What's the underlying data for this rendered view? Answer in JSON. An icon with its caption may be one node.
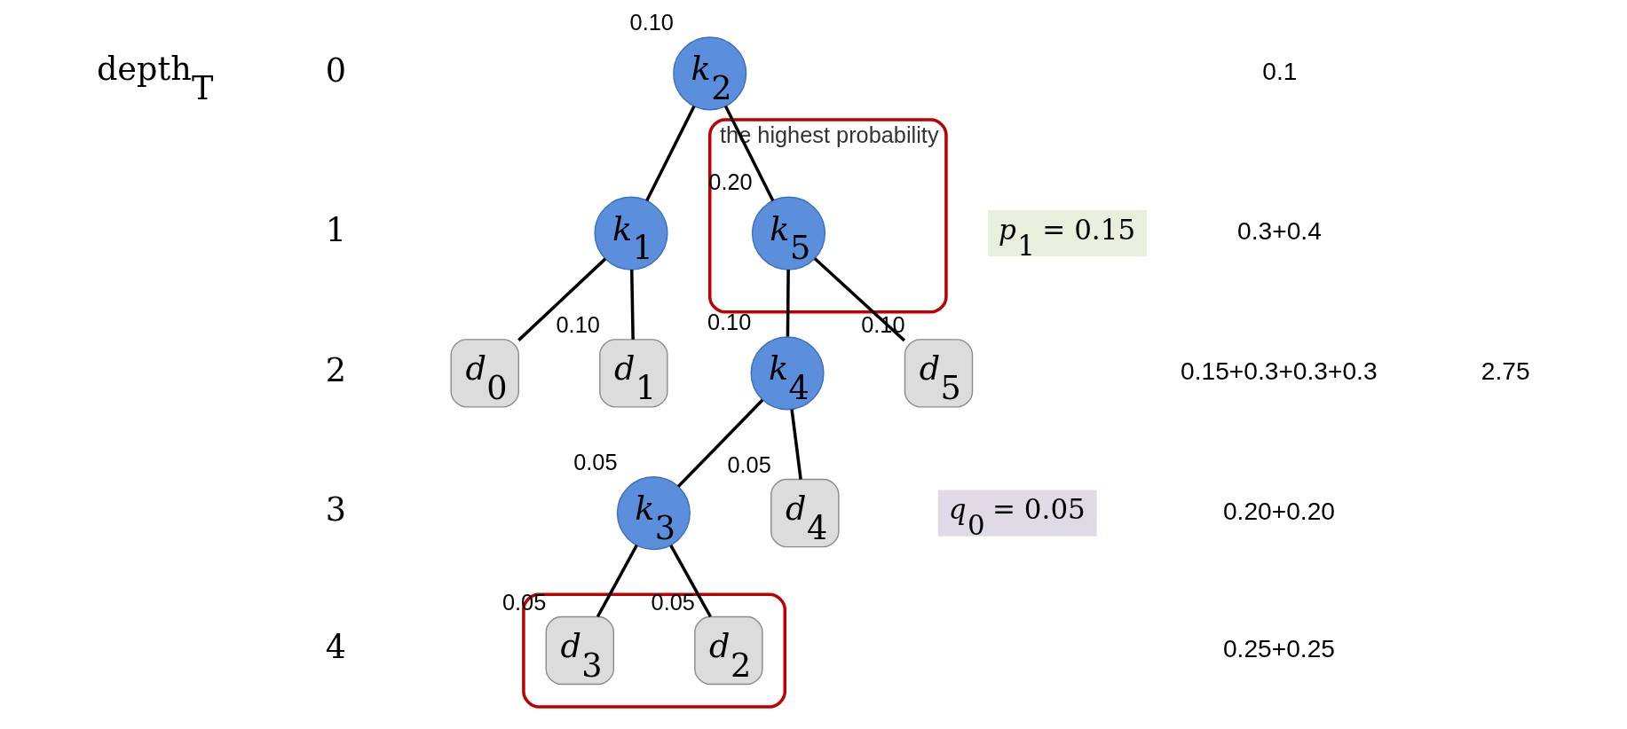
{
  "diagram": {
    "nodes": [
      {
        "text": [
          "k$_{2}$"
        ],
        "beside": [
          "0.10"
        ]
      },
      {
        "text": [
          "the highest probability"
        ]
      },
      {
        "text": [
          "k$_{1}$"
        ]
      },
      {
        "text": [
          "k$_{5}$"
        ],
        "beside": [
          "0.20"
        ],
        "in": 1
      },
      {
        "text": [
          "p$_{1}$ = 0.15"
        ]
      },
      {
        "text": [
          "d$_{0}$"
        ]
      },
      {
        "text": [
          "d$_{1}$"
        ],
        "beside": [
          "0.10"
        ]
      },
      {
        "text": [
          "k$_{4}$"
        ],
        "beside": [
          "0.10"
        ]
      },
      {
        "text": [
          "d$_{5}$"
        ],
        "beside": [
          "0.10"
        ]
      },
      {
        "text": [
          "q$_{0}$ = 0.05"
        ]
      },
      {
        "text": [
          "k$_{3}$"
        ],
        "beside": [
          "0.05"
        ]
      },
      {
        "text": [
          "d$_{4}$"
        ],
        "beside": [
          "0.05"
        ]
      },
      {
        "text": [],
        "shape": "ellipse"
      },
      {
        "text": [
          "d$_{2}$"
        ],
        "beside": [
          "0.05"
        ],
        "in": 12
      },
      {
        "text": [
          "d$_{3}$"
        ],
        "beside": [
          "0.05"
        ],
        "in": 12
      }
    ],
    "edges": [
      {
        "from": 0,
        "to": 2,
        "arrow": "none"
      },
      {
        "from": 0,
        "to": 3,
        "arrow": "none"
      },
      {
        "from": 2,
        "to": 5,
        "arrow": "none"
      },
      {
        "from": 2,
        "to": 6,
        "arrow": "none"
      },
      {
        "from": 3,
        "to": 7,
        "arrow": "none"
      },
      {
        "from": 3,
        "to": 8,
        "arrow": "none"
      },
      {
        "from": 7,
        "to": 10,
        "arrow": "none"
      },
      {
        "from": 7,
        "to": 11,
        "arrow": "none"
      },
      {
        "from": 10,
        "to": 13,
        "arrow": "none"
      },
      {
        "from": 10,
        "to": 14,
        "arrow": "none"
      }
    ],
    "labels": [
      "depth$_{T}$",
      "0",
      "1",
      "2",
      "3",
      "4",
      "0.1",
      "0.3+0.4",
      "0.15+0.3+0.3+0.3",
      "0.20+0.20",
      "0.25+0.25",
      "2.75"
    ]
  }
}
